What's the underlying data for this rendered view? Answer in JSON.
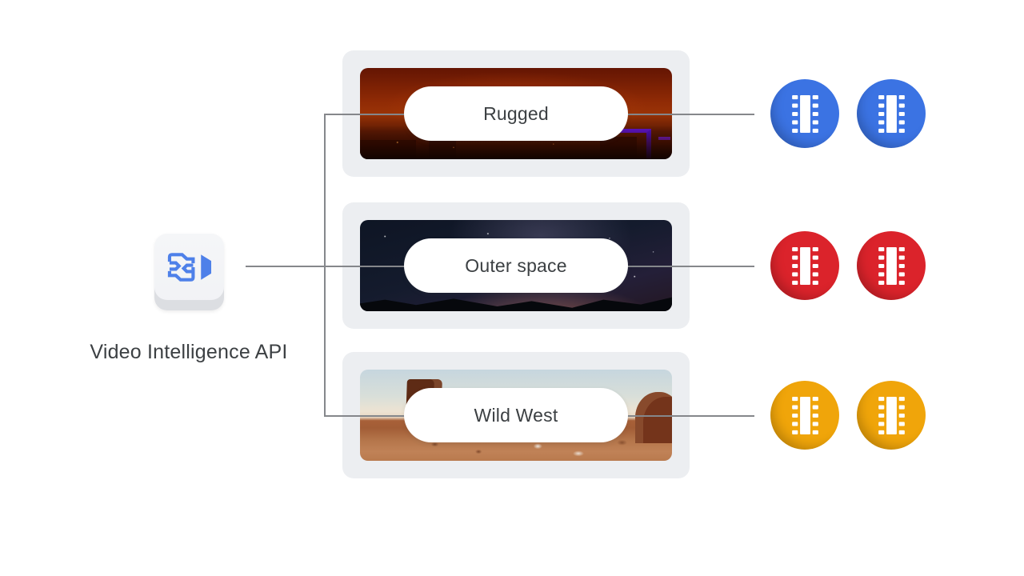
{
  "source": {
    "label": "Video Intelligence API",
    "icon": "video-intelligence-icon"
  },
  "categories": [
    {
      "label": "Rugged",
      "scene": "city-skyline-red-dusk",
      "video_color": "#3b73e3",
      "video_count": 2
    },
    {
      "label": "Outer space",
      "scene": "night-sky-milky-way",
      "video_color": "#db232b",
      "video_count": 2
    },
    {
      "label": "Wild West",
      "scene": "desert-red-rock-landscape",
      "video_color": "#f0a50a",
      "video_count": 2
    }
  ],
  "icons": {
    "video_file": "film-strip-icon"
  },
  "colors": {
    "connector": "#85878b",
    "card_background": "#eceef1",
    "pill_background": "#ffffff",
    "text": "#3c4043",
    "api_icon_blue": "#4e80e9",
    "video_blue": "#3b73e3",
    "video_red": "#db232b",
    "video_yellow": "#f0a50a"
  }
}
